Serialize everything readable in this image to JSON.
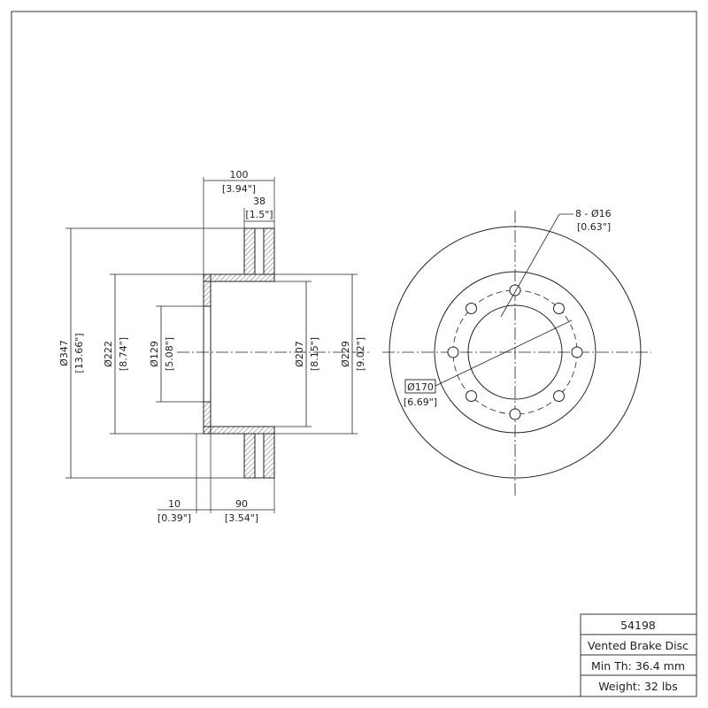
{
  "side_view": {
    "overall_width": {
      "mm": "100",
      "in": "[3.94\"]"
    },
    "friction_width": {
      "mm": "38",
      "in": "[1.5\"]"
    },
    "outer_diameter": {
      "mm": "Ø347",
      "in": "[13.66\"]"
    },
    "hat_diameter": {
      "mm": "Ø222",
      "in": "[8.74\"]"
    },
    "center_bore": {
      "mm": "Ø129",
      "in": "[5.08\"]"
    },
    "inner_friction_diameter": {
      "mm": "Ø207",
      "in": "[8.15\"]"
    },
    "hat_outer_diameter": {
      "mm": "Ø229",
      "in": "[9.02\"]"
    },
    "hat_thickness": {
      "mm": "10",
      "in": "[0.39\"]"
    },
    "hat_height": {
      "mm": "90",
      "in": "[3.54\"]"
    }
  },
  "front_view": {
    "bolt_holes": {
      "mm": "8 - Ø16",
      "in": "[0.63\"]"
    },
    "bolt_circle": {
      "mm": "Ø170",
      "in": "[6.69\"]"
    },
    "hole_count": 8
  },
  "title_block": {
    "part_number": "54198",
    "description": "Vented Brake Disc",
    "min_thickness": "Min Th: 36.4 mm",
    "weight": "Weight: 32 lbs"
  }
}
